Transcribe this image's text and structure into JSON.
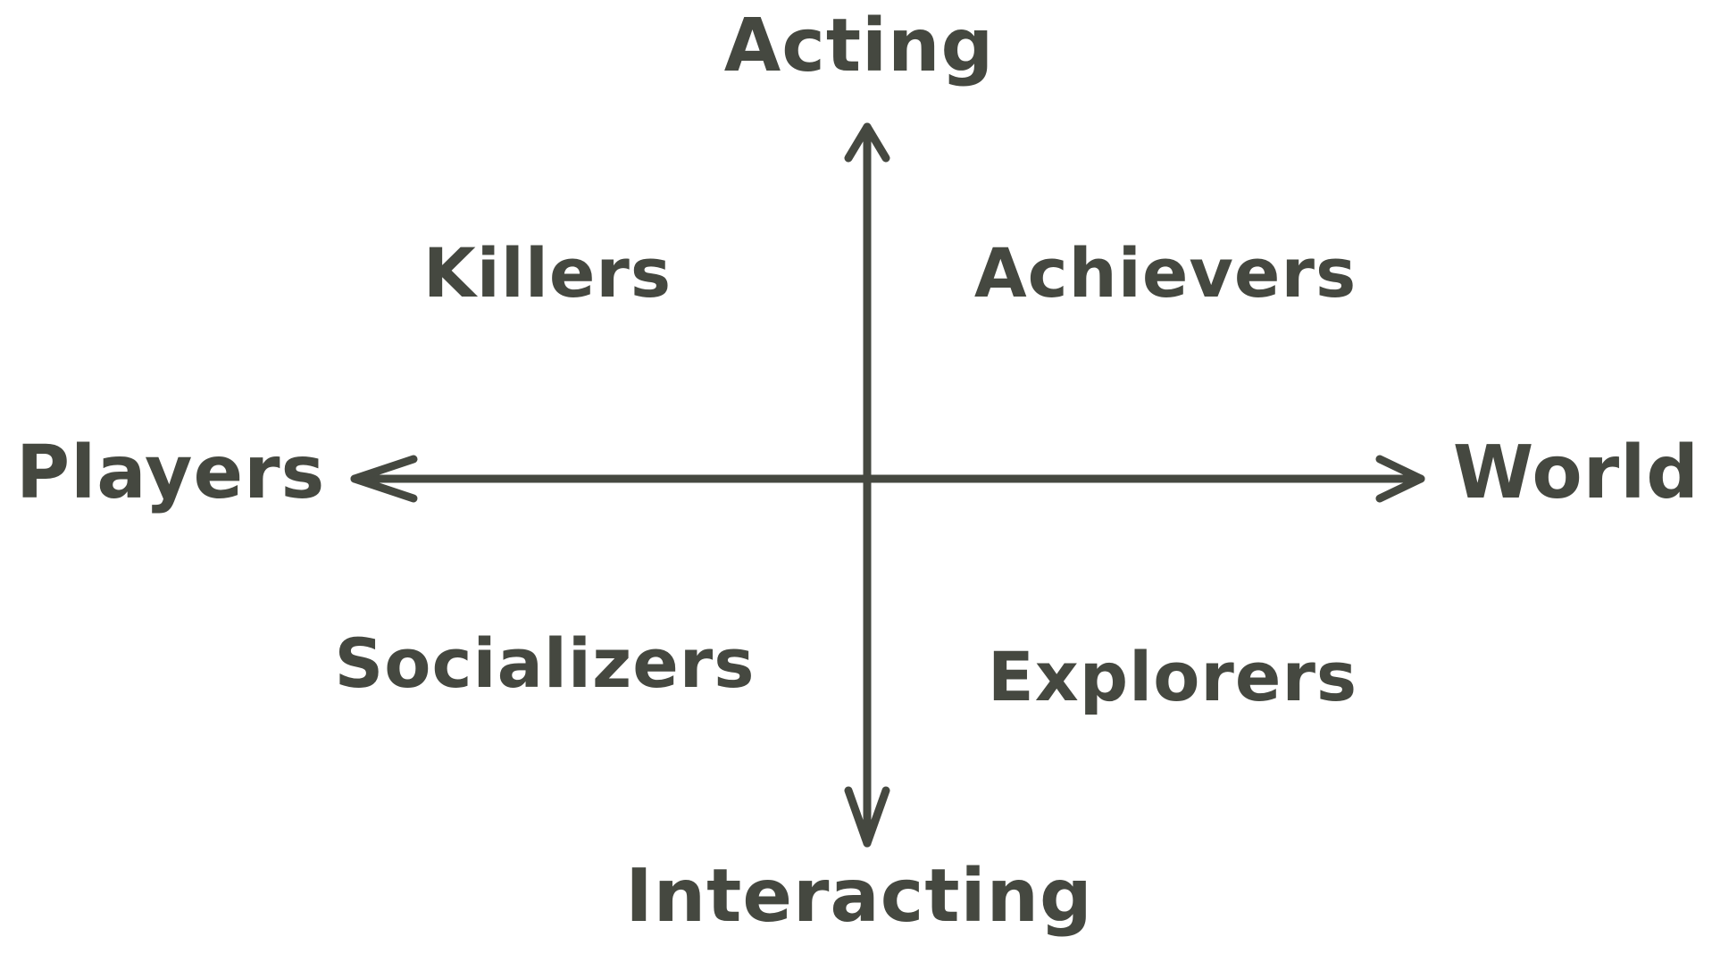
{
  "diagram": {
    "axes": {
      "vertical_top": "Acting",
      "vertical_bottom": "Interacting",
      "horizontal_left": "Players",
      "horizontal_right": "World"
    },
    "quadrants": {
      "top_left": "Killers",
      "top_right": "Achievers",
      "bottom_left": "Socializers",
      "bottom_right": "Explorers"
    },
    "colors": {
      "ink": "#454840",
      "background": "#ffffff"
    }
  }
}
